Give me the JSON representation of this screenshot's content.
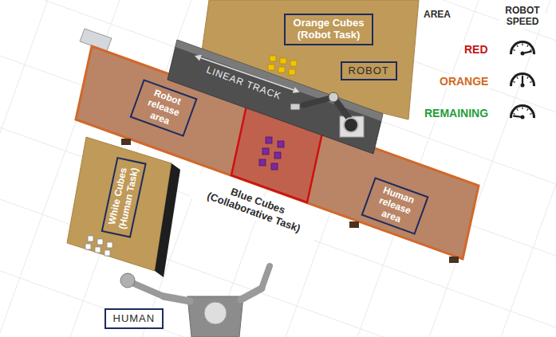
{
  "diagram": {
    "nodes": [
      {
        "text": [
          "Orange Cubes (Robot Task)"
        ]
      },
      {
        "text": [
          "ROBOT"
        ]
      },
      {
        "text": [
          "Robot release area"
        ]
      },
      {
        "text": [
          "Human release area"
        ]
      },
      {
        "text": [
          "White Cubes (Human Task)"
        ]
      },
      {
        "text": [
          "HUMAN"
        ]
      }
    ],
    "labels": [
      "LINEAR TRACK",
      "Blue Cubes (Collaborative Task)",
      "AREA",
      "ROBOT SPEED"
    ],
    "legend": [
      {
        "text": "RED"
      },
      {
        "text": "ORANGE"
      },
      {
        "text": "REMAINING"
      }
    ]
  }
}
